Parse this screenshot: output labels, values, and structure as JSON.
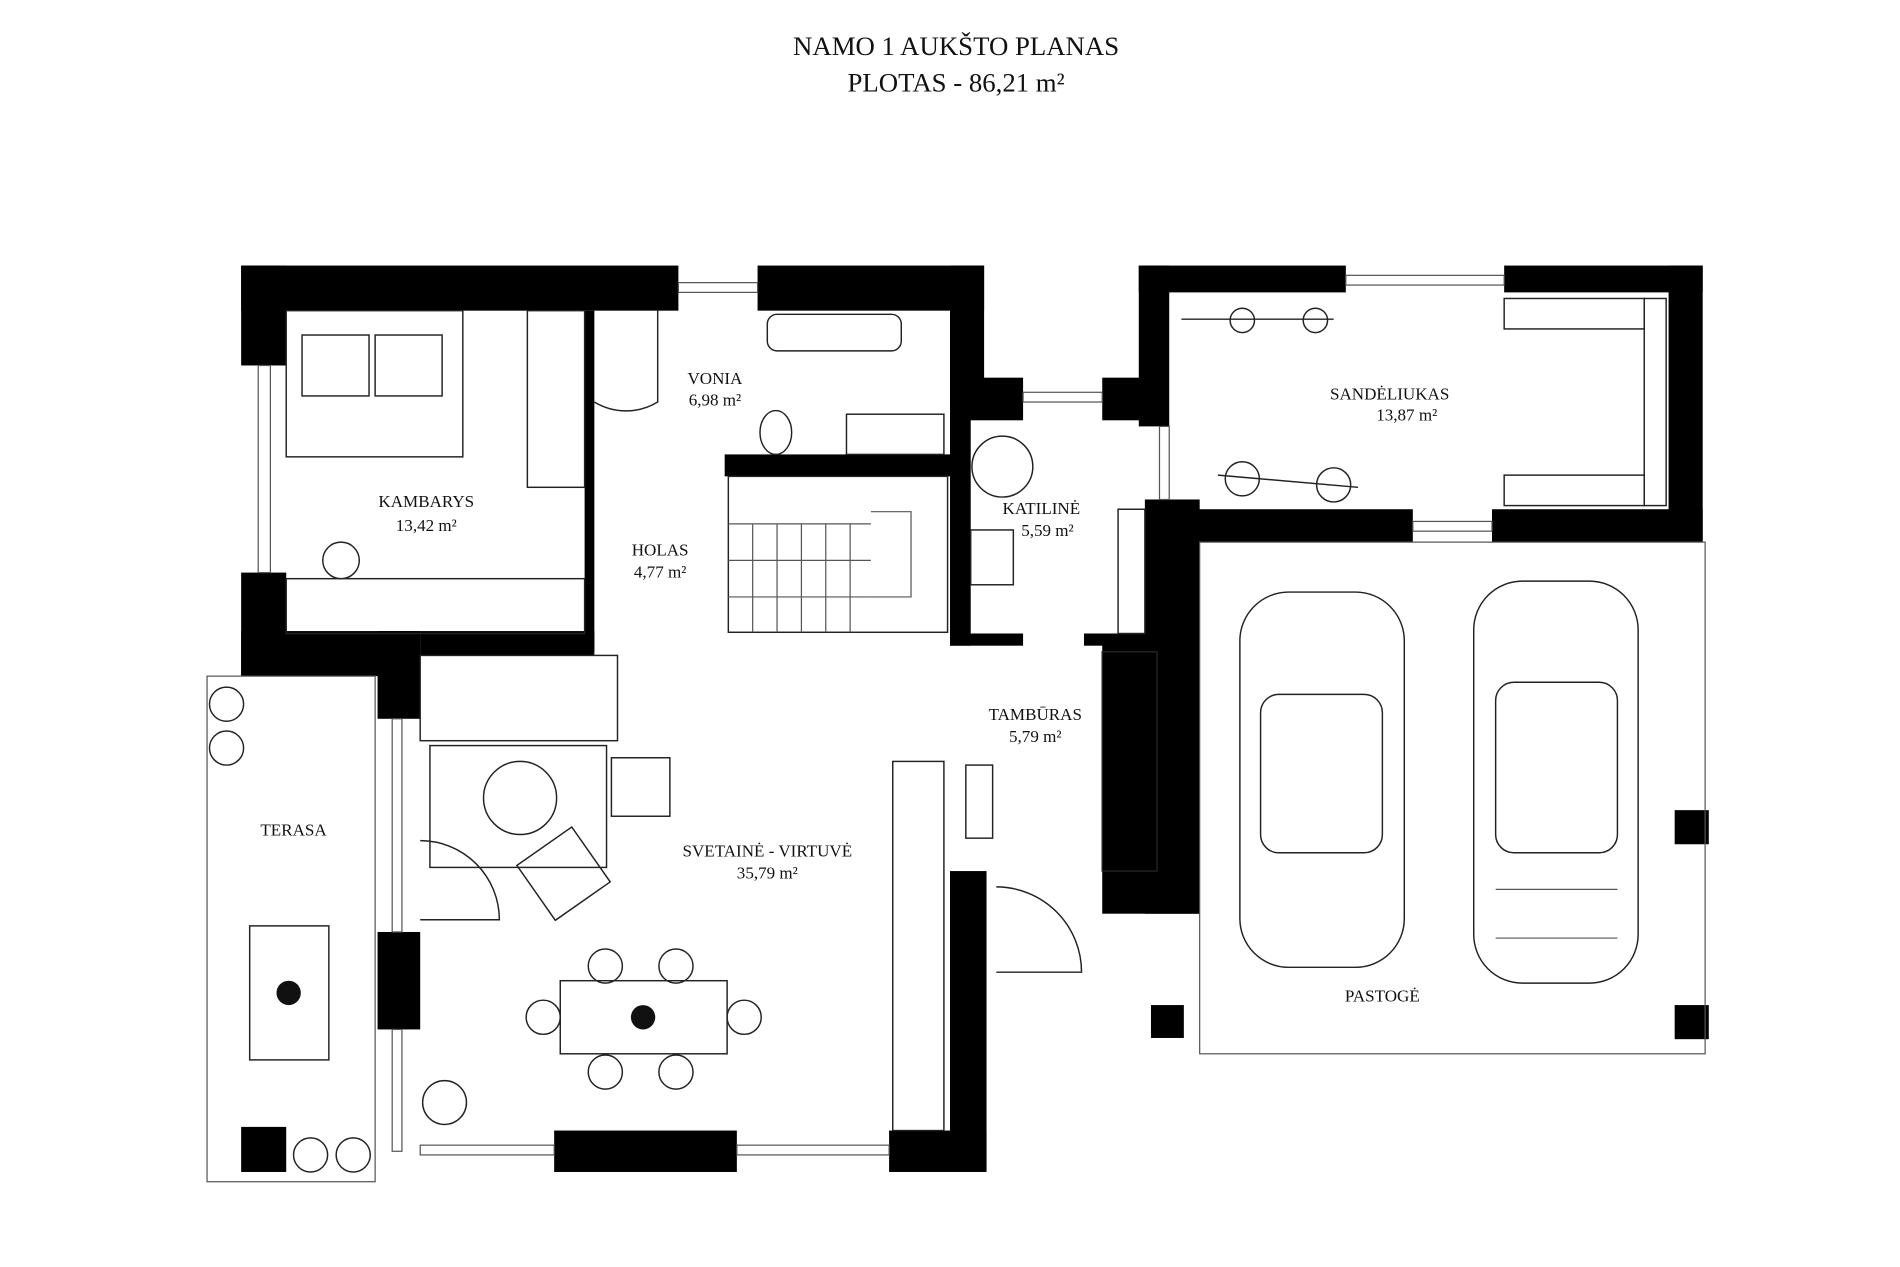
{
  "title": {
    "line1": "NAMO 1 AUKŠTO PLANAS",
    "line2": "PLOTAS - 86,21 m²"
  },
  "rooms": [
    {
      "name": "KAMBARYS",
      "area": "13,42 m²"
    },
    {
      "name": "VONIA",
      "area": "6,98 m²"
    },
    {
      "name": "HOLAS",
      "area": "4,77 m²"
    },
    {
      "name": "KATILINĖ",
      "area": "5,59 m²"
    },
    {
      "name": "SANDĖLIUKAS",
      "area": "13,87 m²"
    },
    {
      "name": "TAMBŪRAS",
      "area": "5,79 m²"
    },
    {
      "name": "SVETAINĖ - VIRTUVĖ",
      "area": "35,79 m²"
    },
    {
      "name": "TERASA"
    },
    {
      "name": "PASTOGĖ"
    }
  ]
}
